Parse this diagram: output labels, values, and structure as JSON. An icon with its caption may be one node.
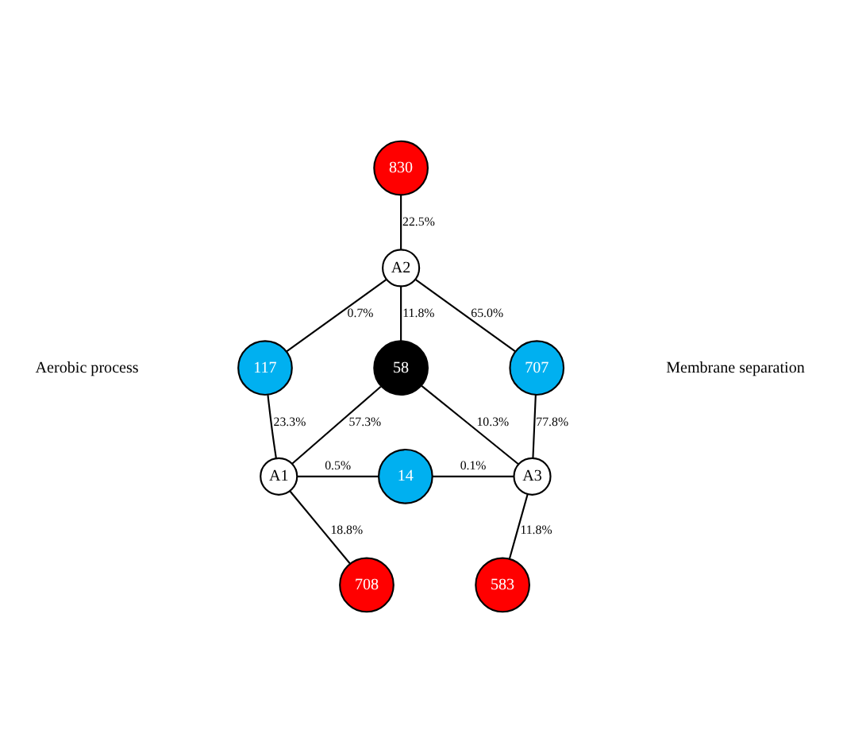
{
  "diagram": {
    "nodes": [
      {
        "text": [
          "830"
        ]
      },
      {
        "text": [
          "A2"
        ]
      },
      {
        "text": [
          "117"
        ]
      },
      {
        "text": [
          "707"
        ]
      },
      {
        "text": [
          "58"
        ]
      },
      {
        "text": [
          "A1"
        ]
      },
      {
        "text": [
          "14"
        ]
      },
      {
        "text": [
          "A3"
        ]
      },
      {
        "text": [
          "708"
        ]
      },
      {
        "text": [
          "583"
        ]
      }
    ],
    "edges": [
      {
        "from": 0,
        "to": 1,
        "arrow": "none",
        "label": "22.5%"
      },
      {
        "from": 1,
        "to": 2,
        "arrow": "none",
        "label": "0.7%"
      },
      {
        "from": 1,
        "to": 4,
        "arrow": "none",
        "label": "11.8%"
      },
      {
        "from": 1,
        "to": 3,
        "arrow": "none",
        "label": "65.0%"
      },
      {
        "from": 2,
        "to": 5,
        "arrow": "none",
        "label": "23.3%"
      },
      {
        "from": 4,
        "to": 5,
        "arrow": "none",
        "label": "57.3%"
      },
      {
        "from": 3,
        "to": 7,
        "arrow": "none",
        "label": "77.8%"
      },
      {
        "from": 4,
        "to": 7,
        "arrow": "none",
        "label": "10.3%"
      },
      {
        "from": 5,
        "to": 6,
        "arrow": "none",
        "label": "0.5%"
      },
      {
        "from": 6,
        "to": 7,
        "arrow": "none",
        "label": "0.1%"
      },
      {
        "from": 8,
        "to": 5,
        "arrow": "none",
        "label": "18.8%"
      },
      {
        "from": 7,
        "to": 9,
        "arrow": "none",
        "label": "11.8%"
      }
    ],
    "labels": [
      "Aerobic process",
      "Membrane separation"
    ]
  }
}
